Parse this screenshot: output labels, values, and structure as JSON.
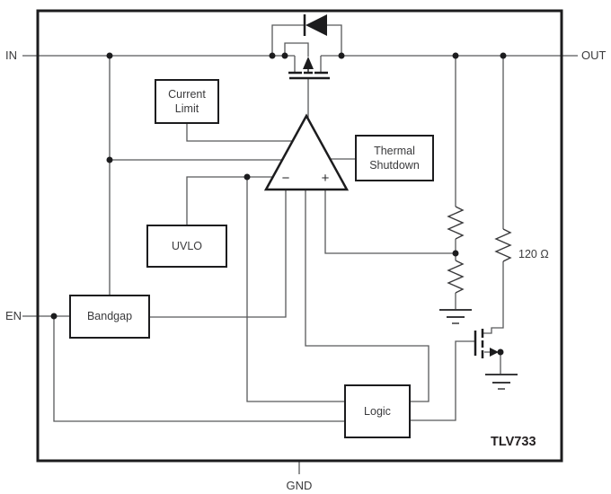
{
  "diagram": {
    "part_number": "TLV733",
    "pins": {
      "in": "IN",
      "out": "OUT",
      "en": "EN",
      "gnd": "GND"
    },
    "blocks": {
      "current_limit": "Current\nLimit",
      "thermal_shutdown": "Thermal\nShutdown",
      "uvlo": "UVLO",
      "bandgap": "Bandgap",
      "logic": "Logic"
    },
    "error_amp": {
      "minus": "−",
      "plus": "+"
    },
    "labels": {
      "resistor_value": "120 Ω"
    },
    "colors": {
      "wire": "#58595b",
      "ink": "#231f20",
      "background": "#ffffff"
    }
  }
}
